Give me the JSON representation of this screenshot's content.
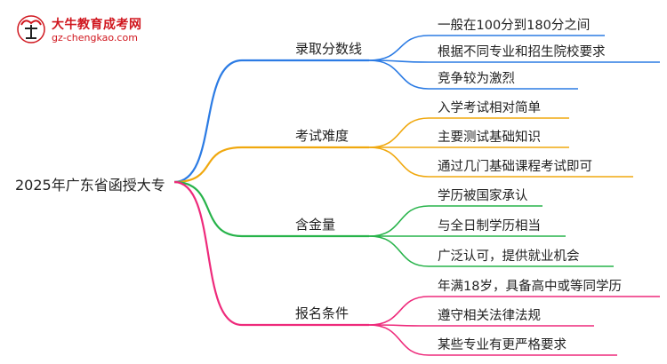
{
  "logo": {
    "title": "大牛教育成考网",
    "url": "gz-chengkao.com"
  },
  "root": {
    "label": "2025年广东省函授大专"
  },
  "branches": [
    {
      "label": "录取分数线",
      "color": "#2b7be4",
      "leaves": [
        "一般在100分到180分之间",
        "根据不同专业和招生院校要求",
        "竞争较为激烈"
      ]
    },
    {
      "label": "考试难度",
      "color": "#f0a80e",
      "leaves": [
        "入学考试相对简单",
        "主要测试基础知识",
        "通过几门基础课程考试即可"
      ]
    },
    {
      "label": "含金量",
      "color": "#27b34a",
      "leaves": [
        "学历被国家承认",
        "与全日制学历相当",
        "广泛认可，提供就业机会"
      ]
    },
    {
      "label": "报名条件",
      "color": "#ee2a7b",
      "leaves": [
        "年满18岁，具备高中或等同学历",
        "遵守相关法律法规",
        "某些专业有更严格要求"
      ]
    }
  ]
}
